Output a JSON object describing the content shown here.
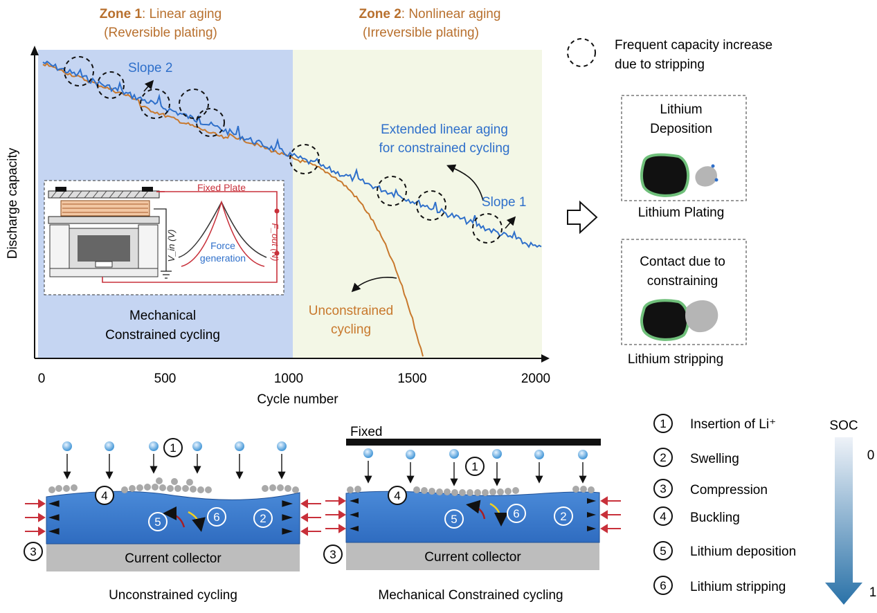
{
  "zones": {
    "zone1": {
      "label": "Zone 1",
      "title": ": Linear aging",
      "subtitle": "(Reversible plating)"
    },
    "zone2": {
      "label": "Zone 2",
      "title": ": Nonlinear aging",
      "subtitle": "(Irreversible plating)"
    },
    "zone1_color": "#c5d5f2",
    "zone2_color": "#f3f7e6"
  },
  "plot": {
    "ylabel": "Discharge capacity",
    "xlabel": "Cycle number",
    "xticks": [
      "0",
      "500",
      "1000",
      "1500",
      "2000"
    ],
    "xlim": [
      0,
      2000
    ],
    "slope2": "Slope 2",
    "slope1": "Slope 1",
    "extended_line1": "Extended linear aging",
    "extended_line2": "for constrained cycling",
    "unconstrained_line1": "Unconstrained",
    "unconstrained_line2": "cycling",
    "mechanical_line1": "Mechanical",
    "mechanical_line2": "Constrained cycling",
    "constrained_color": "#2e6fca",
    "unconstrained_color": "#c8782c"
  },
  "inset": {
    "fixed_plate": "Fixed Plate",
    "force_generation_line1": "Force",
    "force_generation_line2": "generation",
    "vin_label": "V_in (V)",
    "fout_label": "F_out (N)"
  },
  "legend": {
    "circle_text_line1": "Frequent capacity increase",
    "circle_text_line2": "due to stripping"
  },
  "boxes": {
    "deposition_line1": "Lithium",
    "deposition_line2": "Deposition",
    "plating_caption": "Lithium Plating",
    "contact_line1": "Contact due to",
    "contact_line2": "constraining",
    "stripping_caption": "Lithium stripping"
  },
  "schematics": {
    "current_collector": "Current collector",
    "unconstrained_caption": "Unconstrained cycling",
    "constrained_caption": "Mechanical Constrained cycling",
    "fixed": "Fixed"
  },
  "steps": [
    {
      "num": "1",
      "label": "Insertion of Li⁺"
    },
    {
      "num": "2",
      "label": "Swelling"
    },
    {
      "num": "3",
      "label": "Compression"
    },
    {
      "num": "4",
      "label": "Buckling"
    },
    {
      "num": "5",
      "label": "Lithium deposition"
    },
    {
      "num": "6",
      "label": "Lithium stripping"
    }
  ],
  "soc": {
    "title": "SOC",
    "top": "0",
    "bottom": "1"
  }
}
